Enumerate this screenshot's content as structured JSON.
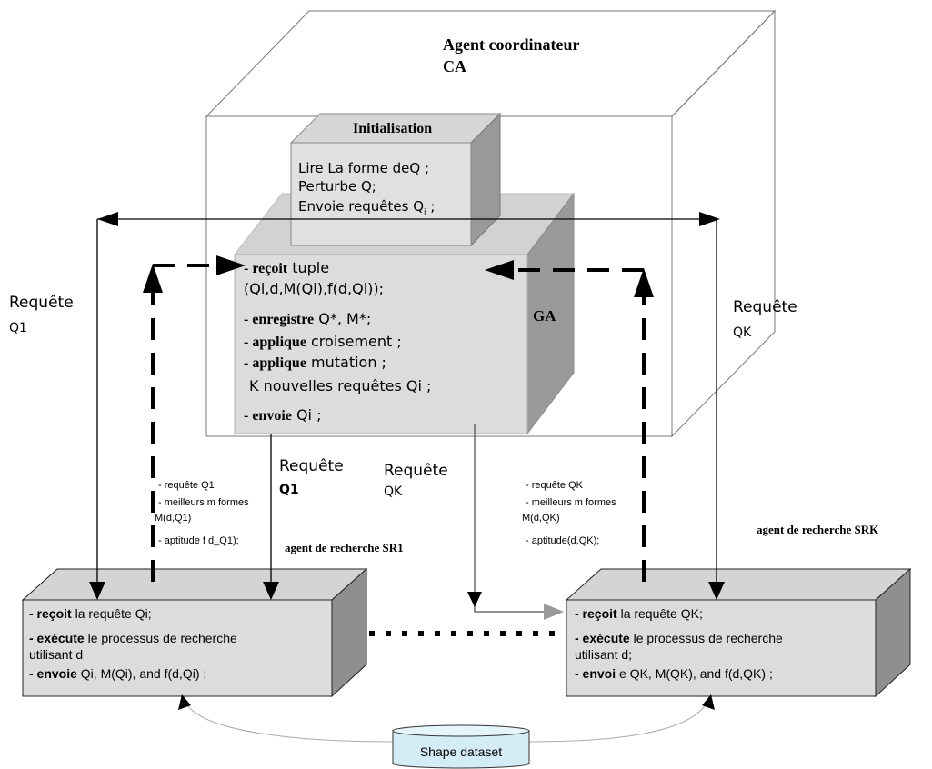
{
  "coordinator": {
    "title_line1": "Agent coordinateur",
    "title_line2": "CA"
  },
  "initialisation": {
    "title": "Initialisation",
    "line1": "Lire  La forme deQ ;",
    "line2": "Perturbe  Q;",
    "line3_text": "Envoie requêtes Q",
    "line3_sub": "i",
    "line3_end": " ;"
  },
  "ga": {
    "label": "GA",
    "l1_bold": "- reçoit",
    "l1_text": "  tuple",
    "l2": "(Qi,d,M(Qi),f(d,Qi));",
    "l3_bold": "- enregistre",
    "l3_text": " Q*, M*;",
    "l4_bold": "- applique",
    "l4_text": "  croisement ;",
    "l5_bold": "- applique",
    "l5_text": "  mutation ;",
    "l6": "K nouvelles requêtes  Qi ;",
    "l7_bold": "- envoie",
    "l7_text": " Qi ;"
  },
  "requests": {
    "left_label": "Requête",
    "left_sub": "Q1",
    "right_label": "Requête",
    "right_sub": "QK",
    "mid1_label": "Requête",
    "mid1_sub": "Q1",
    "mid2_label": "Requête",
    "mid2_sub": "QK"
  },
  "feedback_left": {
    "l1": "- requête Q1",
    "l2": "- meilleurs m formes",
    "l3": "M(d,Q1)",
    "l4": "- aptitude f d_Q1);"
  },
  "feedback_right": {
    "l1": "- requête QK",
    "l2": "- meilleurs m formes",
    "l3": "M(d,QK)",
    "l4": "- aptitude(d,QK);"
  },
  "agents": {
    "sr1_label": "agent de recherche  SR1",
    "srk_label": "agent de recherche SRK"
  },
  "sr1_box": {
    "l1_bold": "- reçoit",
    "l1_text": "  la requête Qi;",
    "l2_bold": "- exécute",
    "l2_text": "  le processus de recherche",
    "l3": "utilisant d",
    "l4_bold": "- envoie",
    "l4_text": "  Qi, M(Qi), and   f(d,Qi) ;"
  },
  "srk_box": {
    "l1_bold": "- reçoit",
    "l1_text": "  la requête QK;",
    "l2_bold": "- exécute",
    "l2_text": "  le processus de recherche",
    "l3": "utilisant d;",
    "l4_bold": "- envoi",
    "l4_text": " e QK, M(QK), and   f(d,QK) ;"
  },
  "dataset": {
    "label": "Shape dataset"
  }
}
